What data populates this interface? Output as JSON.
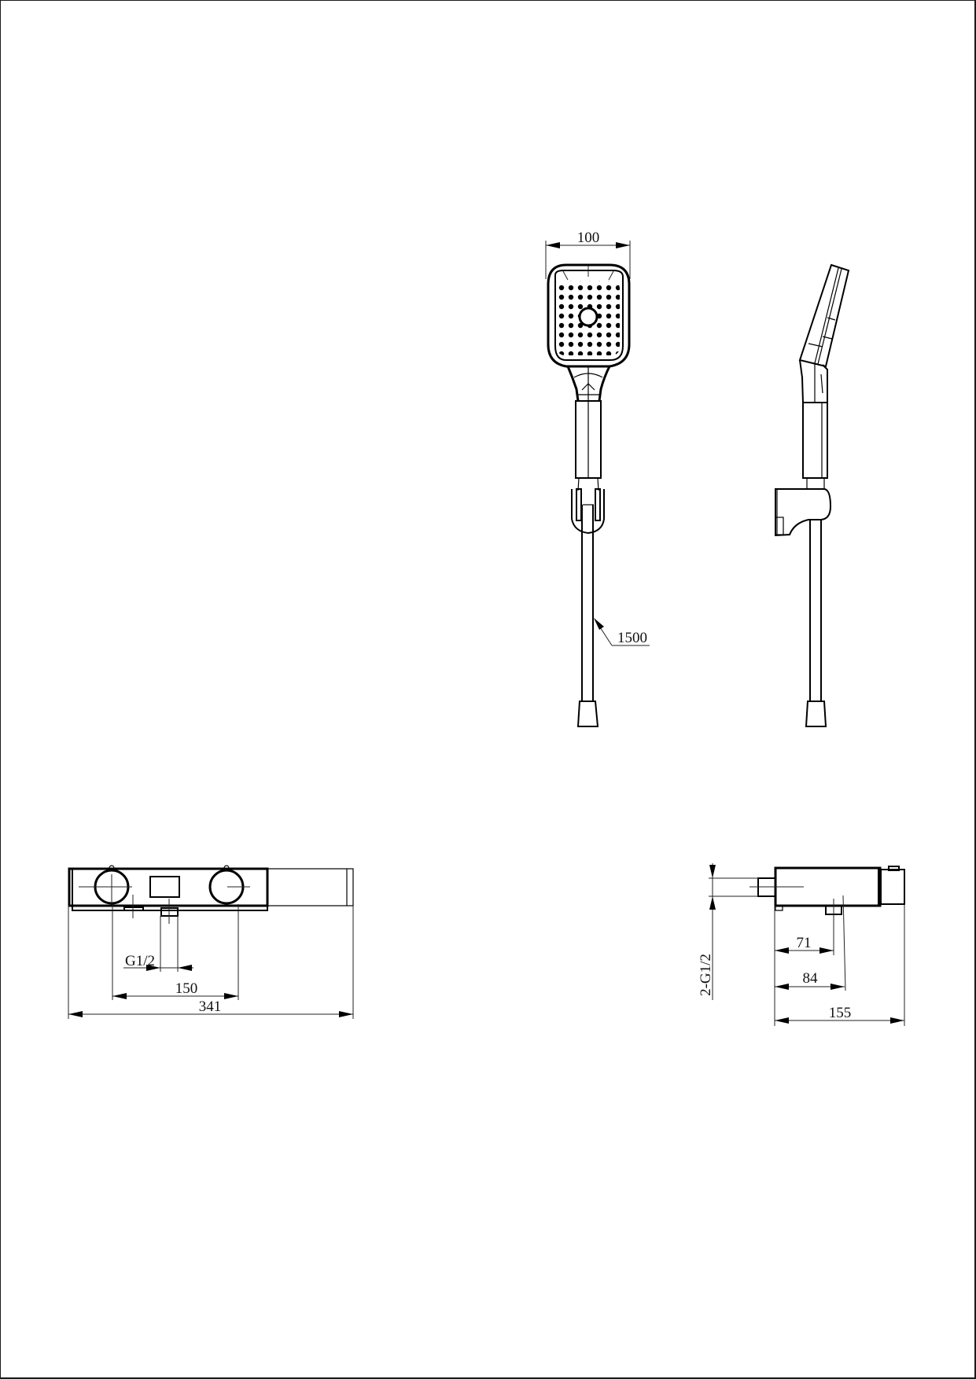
{
  "drawing": {
    "type": "technical dimension drawing",
    "subject": "thermostatic shower set with hand shower, slide bracket and hose",
    "line_color": "#000000",
    "background_color": "#ffffff"
  },
  "views": {
    "hand_shower_front": {
      "label": "hand-shower-front-view",
      "dimensions": {
        "head_width": "100",
        "hose_length": "1500"
      }
    },
    "hand_shower_side": {
      "label": "hand-shower-side-view"
    },
    "mixer_front": {
      "label": "thermostatic-mixer-front-view",
      "dimensions": {
        "inlet_thread": "G1/2",
        "knob_center_distance": "150",
        "overall_length": "341"
      }
    },
    "mixer_side": {
      "label": "thermostatic-mixer-side-view",
      "dimensions": {
        "inlet_thread": "2-G1/2",
        "outlet_depth_1": "71",
        "outlet_depth_2": "84",
        "overall_depth": "155"
      }
    }
  }
}
